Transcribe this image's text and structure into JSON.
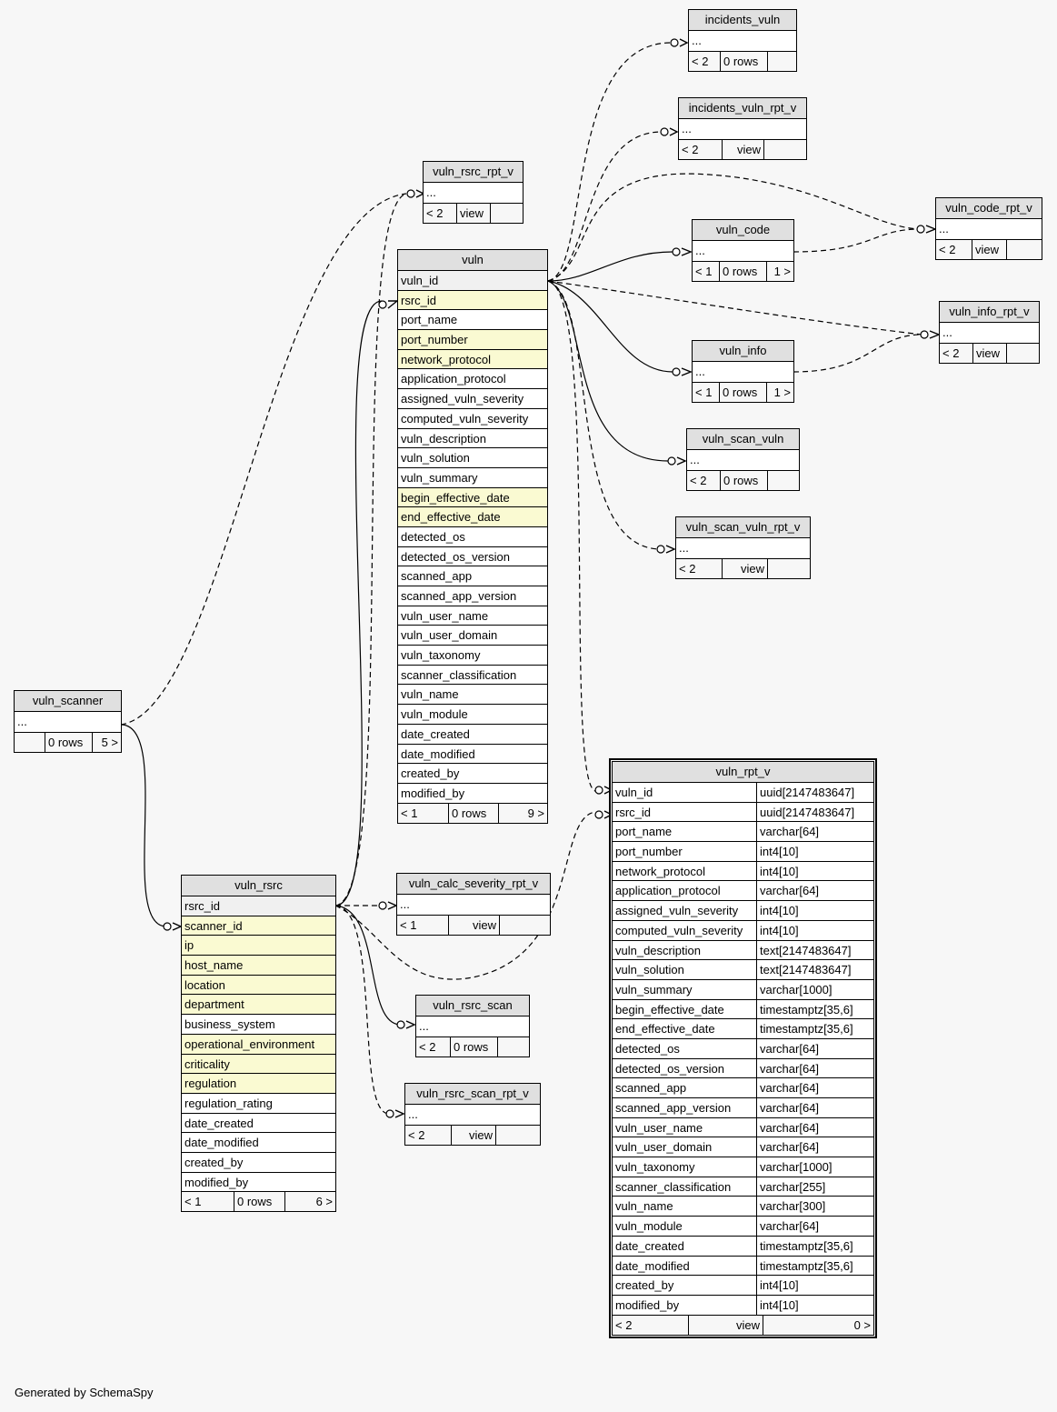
{
  "footer": "Generated by SchemaSpy",
  "tables": {
    "incidents_vuln": {
      "name": "incidents_vuln",
      "cols": "...",
      "footer": [
        "< 2",
        "0 rows",
        ""
      ]
    },
    "incidents_vuln_rpt_v": {
      "name": "incidents_vuln_rpt_v",
      "cols": "...",
      "footer": [
        "< 2",
        "view",
        ""
      ]
    },
    "vuln_rsrc_rpt_v": {
      "name": "vuln_rsrc_rpt_v",
      "cols": "...",
      "footer": [
        "< 2",
        "view",
        ""
      ]
    },
    "vuln_code_rpt_v": {
      "name": "vuln_code_rpt_v",
      "cols": "...",
      "footer": [
        "< 2",
        "view",
        ""
      ]
    },
    "vuln_code": {
      "name": "vuln_code",
      "cols": "...",
      "footer": [
        "< 1",
        "0 rows",
        "1 >"
      ]
    },
    "vuln_info_rpt_v": {
      "name": "vuln_info_rpt_v",
      "cols": "...",
      "footer": [
        "< 2",
        "view",
        ""
      ]
    },
    "vuln_info": {
      "name": "vuln_info",
      "cols": "...",
      "footer": [
        "< 1",
        "0 rows",
        "1 >"
      ]
    },
    "vuln_scan_vuln": {
      "name": "vuln_scan_vuln",
      "cols": "...",
      "footer": [
        "< 2",
        "0 rows",
        ""
      ]
    },
    "vuln_scan_vuln_rpt_v": {
      "name": "vuln_scan_vuln_rpt_v",
      "cols": "...",
      "footer": [
        "< 2",
        "view",
        ""
      ]
    },
    "vuln_scanner": {
      "name": "vuln_scanner",
      "cols": "...",
      "footer": [
        "",
        "0 rows",
        "5 >"
      ]
    },
    "vuln_calc_severity_rpt_v": {
      "name": "vuln_calc_severity_rpt_v",
      "cols": "...",
      "footer": [
        "< 1",
        "view",
        ""
      ]
    },
    "vuln_rsrc_scan": {
      "name": "vuln_rsrc_scan",
      "cols": "...",
      "footer": [
        "< 2",
        "0 rows",
        ""
      ]
    },
    "vuln_rsrc_scan_rpt_v": {
      "name": "vuln_rsrc_scan_rpt_v",
      "cols": "...",
      "footer": [
        "< 2",
        "view",
        ""
      ]
    },
    "vuln": {
      "name": "vuln",
      "columns": [
        {
          "name": "vuln_id",
          "kind": "pk"
        },
        {
          "name": "rsrc_id",
          "kind": "fk"
        },
        {
          "name": "port_name",
          "kind": "plain"
        },
        {
          "name": "port_number",
          "kind": "fk"
        },
        {
          "name": "network_protocol",
          "kind": "fk"
        },
        {
          "name": "application_protocol",
          "kind": "plain"
        },
        {
          "name": "assigned_vuln_severity",
          "kind": "plain"
        },
        {
          "name": "computed_vuln_severity",
          "kind": "plain"
        },
        {
          "name": "vuln_description",
          "kind": "plain"
        },
        {
          "name": "vuln_solution",
          "kind": "plain"
        },
        {
          "name": "vuln_summary",
          "kind": "plain"
        },
        {
          "name": "begin_effective_date",
          "kind": "fk"
        },
        {
          "name": "end_effective_date",
          "kind": "fk"
        },
        {
          "name": "detected_os",
          "kind": "plain"
        },
        {
          "name": "detected_os_version",
          "kind": "plain"
        },
        {
          "name": "scanned_app",
          "kind": "plain"
        },
        {
          "name": "scanned_app_version",
          "kind": "plain"
        },
        {
          "name": "vuln_user_name",
          "kind": "plain"
        },
        {
          "name": "vuln_user_domain",
          "kind": "plain"
        },
        {
          "name": "vuln_taxonomy",
          "kind": "plain"
        },
        {
          "name": "scanner_classification",
          "kind": "plain"
        },
        {
          "name": "vuln_name",
          "kind": "plain"
        },
        {
          "name": "vuln_module",
          "kind": "plain"
        },
        {
          "name": "date_created",
          "kind": "plain"
        },
        {
          "name": "date_modified",
          "kind": "plain"
        },
        {
          "name": "created_by",
          "kind": "plain"
        },
        {
          "name": "modified_by",
          "kind": "plain"
        }
      ],
      "footer": [
        "< 1",
        "0 rows",
        "9 >"
      ]
    },
    "vuln_rsrc": {
      "name": "vuln_rsrc",
      "columns": [
        {
          "name": "rsrc_id",
          "kind": "pk"
        },
        {
          "name": "scanner_id",
          "kind": "fk"
        },
        {
          "name": "ip",
          "kind": "fk"
        },
        {
          "name": "host_name",
          "kind": "fk"
        },
        {
          "name": "location",
          "kind": "fk"
        },
        {
          "name": "department",
          "kind": "fk"
        },
        {
          "name": "business_system",
          "kind": "plain"
        },
        {
          "name": "operational_environment",
          "kind": "fk"
        },
        {
          "name": "criticality",
          "kind": "fk"
        },
        {
          "name": "regulation",
          "kind": "fk"
        },
        {
          "name": "regulation_rating",
          "kind": "plain"
        },
        {
          "name": "date_created",
          "kind": "plain"
        },
        {
          "name": "date_modified",
          "kind": "plain"
        },
        {
          "name": "created_by",
          "kind": "plain"
        },
        {
          "name": "modified_by",
          "kind": "plain"
        }
      ],
      "footer": [
        "< 1",
        "0 rows",
        "6 >"
      ]
    },
    "vuln_rpt_v": {
      "name": "vuln_rpt_v",
      "columns": [
        {
          "name": "vuln_id",
          "type": "uuid[2147483647]"
        },
        {
          "name": "rsrc_id",
          "type": "uuid[2147483647]"
        },
        {
          "name": "port_name",
          "type": "varchar[64]"
        },
        {
          "name": "port_number",
          "type": "int4[10]"
        },
        {
          "name": "network_protocol",
          "type": "int4[10]"
        },
        {
          "name": "application_protocol",
          "type": "varchar[64]"
        },
        {
          "name": "assigned_vuln_severity",
          "type": "int4[10]"
        },
        {
          "name": "computed_vuln_severity",
          "type": "int4[10]"
        },
        {
          "name": "vuln_description",
          "type": "text[2147483647]"
        },
        {
          "name": "vuln_solution",
          "type": "text[2147483647]"
        },
        {
          "name": "vuln_summary",
          "type": "varchar[1000]"
        },
        {
          "name": "begin_effective_date",
          "type": "timestamptz[35,6]"
        },
        {
          "name": "end_effective_date",
          "type": "timestamptz[35,6]"
        },
        {
          "name": "detected_os",
          "type": "varchar[64]"
        },
        {
          "name": "detected_os_version",
          "type": "varchar[64]"
        },
        {
          "name": "scanned_app",
          "type": "varchar[64]"
        },
        {
          "name": "scanned_app_version",
          "type": "varchar[64]"
        },
        {
          "name": "vuln_user_name",
          "type": "varchar[64]"
        },
        {
          "name": "vuln_user_domain",
          "type": "varchar[64]"
        },
        {
          "name": "vuln_taxonomy",
          "type": "varchar[1000]"
        },
        {
          "name": "scanner_classification",
          "type": "varchar[255]"
        },
        {
          "name": "vuln_name",
          "type": "varchar[300]"
        },
        {
          "name": "vuln_module",
          "type": "varchar[64]"
        },
        {
          "name": "date_created",
          "type": "timestamptz[35,6]"
        },
        {
          "name": "date_modified",
          "type": "timestamptz[35,6]"
        },
        {
          "name": "created_by",
          "type": "int4[10]"
        },
        {
          "name": "modified_by",
          "type": "int4[10]"
        }
      ],
      "footer": [
        "< 2",
        "view",
        "0 >"
      ]
    }
  }
}
